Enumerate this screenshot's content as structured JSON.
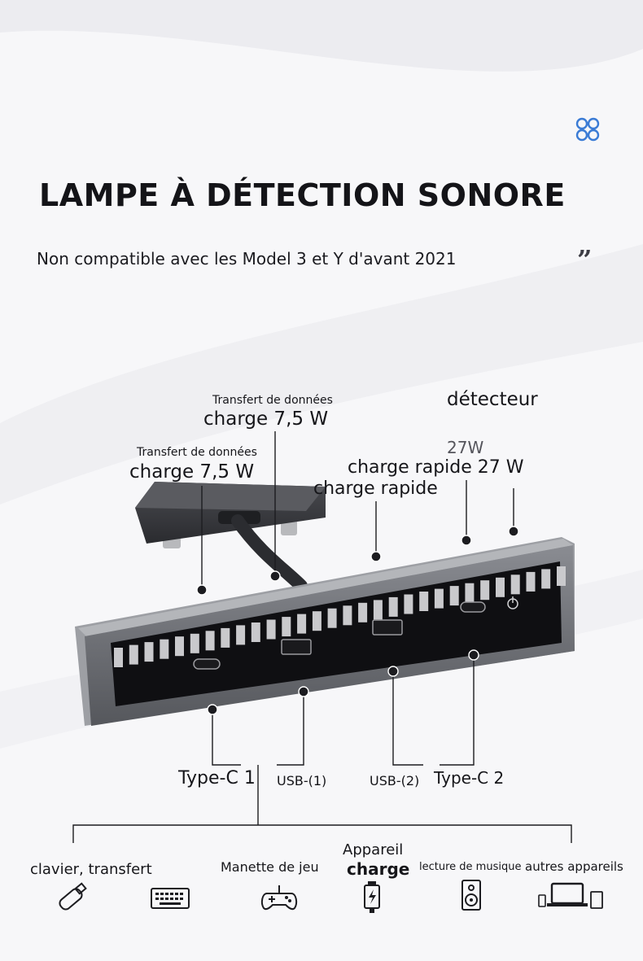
{
  "header": {
    "title": "LAMPE À DÉTECTION SONORE",
    "subtitle": "Non compatible avec les Model 3 et Y d'avant 2021",
    "quote_mark": "”"
  },
  "callouts": {
    "top_small_1": "Transfert de données",
    "top_big_1": "charge 7,5 W",
    "top_small_2": "Transfert de données",
    "top_big_2": "charge 7,5 W",
    "detector": "détecteur",
    "ghost_27w": "27W",
    "fast_27w": "charge rapide 27 W",
    "fast": "charge rapide"
  },
  "ports": {
    "typec1": "Type-C 1",
    "usb1": "USB-(1)",
    "usb2": "USB-(2)",
    "typec2": "Type-C 2"
  },
  "categories": {
    "keyboard": "clavier, transfert",
    "gamepad": "Manette de jeu",
    "device_top": "Appareil",
    "device_bottom": "charge",
    "music": "lecture de musique",
    "other": "autres appareils"
  },
  "icons": [
    "usb-stick-icon",
    "keyboard-icon",
    "gamepad-icon",
    "charger-icon",
    "speaker-icon",
    "devices-icon"
  ],
  "colors": {
    "accent": "#3a7bd5",
    "text": "#16161a",
    "device_body": "#6b6d73",
    "led": "#c9c9cc"
  }
}
